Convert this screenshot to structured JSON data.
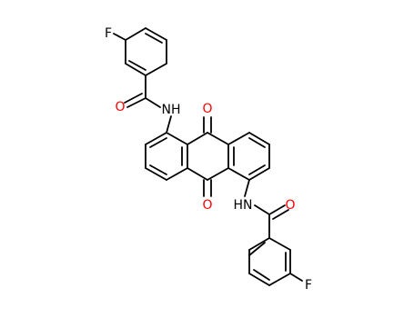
{
  "molecule": {
    "atoms": {
      "f_top": {
        "symbol": "F",
        "color": "#000000"
      },
      "nh_top": {
        "symbol": "NH",
        "color": "#000000"
      },
      "o_top_amide": {
        "symbol": "O",
        "color": "#ff0000"
      },
      "o_top_quinone": {
        "symbol": "O",
        "color": "#ff0000"
      },
      "o_bottom_quinone": {
        "symbol": "O",
        "color": "#ff0000"
      },
      "nh_bottom": {
        "symbol": "HN",
        "color": "#000000"
      },
      "o_bottom_amide": {
        "symbol": "O",
        "color": "#ff0000"
      },
      "f_bottom": {
        "symbol": "F",
        "color": "#000000"
      }
    }
  }
}
